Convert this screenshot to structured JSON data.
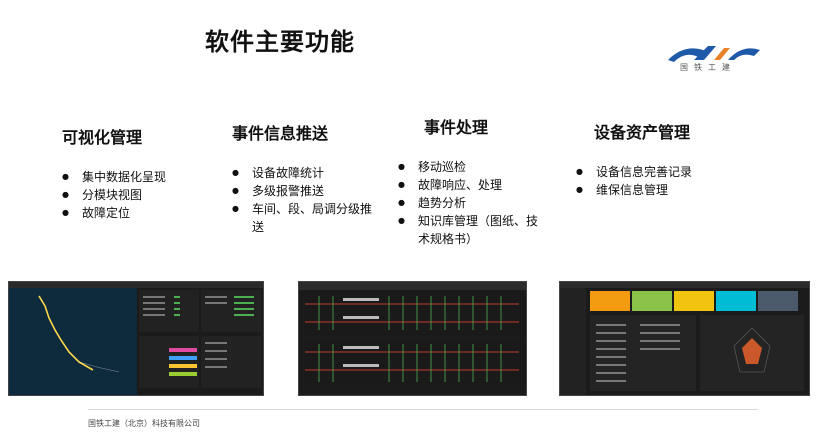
{
  "page": {
    "title": "软件主要功能",
    "logo_text": "国铁工建",
    "footer": "国铁工建（北京）科技有限公司"
  },
  "columns": [
    {
      "heading": "可视化管理",
      "items": [
        "集中数据化呈现",
        "分模块视图",
        "故障定位"
      ]
    },
    {
      "heading": "事件信息推送",
      "items": [
        "设备故障统计",
        "多级报警推送",
        "车间、段、局调分级推送"
      ]
    },
    {
      "heading": "事件处理",
      "items": [
        "移动巡检",
        "故障响应、处理",
        "趋势分析",
        "知识库管理（图纸、技术规格书）"
      ]
    },
    {
      "heading": "设备资产管理",
      "items": [
        "设备信息完善记录",
        "维保信息管理"
      ]
    }
  ],
  "colors": {
    "logo_blue": "#1f5aa8",
    "logo_orange": "#e8812a"
  }
}
